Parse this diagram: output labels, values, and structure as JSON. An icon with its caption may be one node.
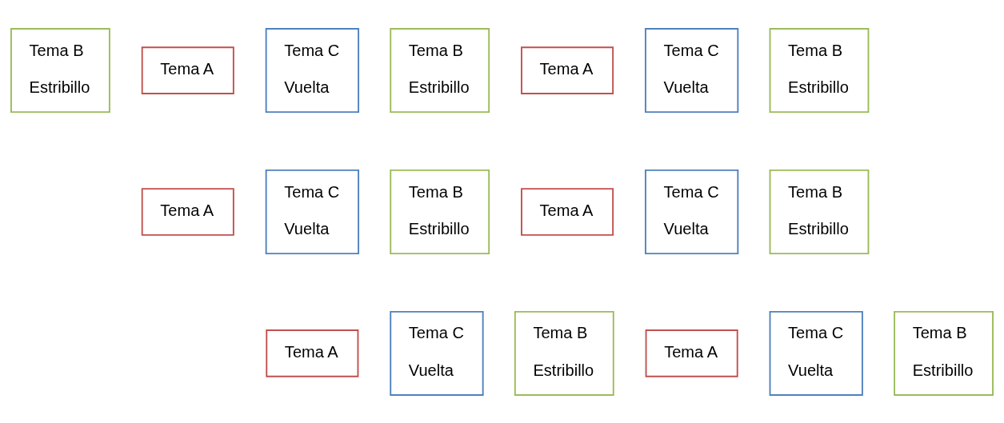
{
  "diagram": {
    "nodes": [
      {
        "text": [
          "Tema B",
          "Estribillo"
        ]
      },
      {
        "text": [
          "Tema A"
        ]
      },
      {
        "text": [
          "Tema C",
          "Vuelta"
        ]
      },
      {
        "text": [
          "Tema B",
          "Estribillo"
        ]
      },
      {
        "text": [
          "Tema A"
        ]
      },
      {
        "text": [
          "Tema C",
          "Vuelta"
        ]
      },
      {
        "text": [
          "Tema B",
          "Estribillo"
        ]
      },
      {
        "text": [
          "Tema A"
        ]
      },
      {
        "text": [
          "Tema C",
          "Vuelta"
        ]
      },
      {
        "text": [
          "Tema B",
          "Estribillo"
        ]
      },
      {
        "text": [
          "Tema A"
        ]
      },
      {
        "text": [
          "Tema C",
          "Vuelta"
        ]
      },
      {
        "text": [
          "Tema B",
          "Estribillo"
        ]
      },
      {
        "text": [
          "Tema A"
        ]
      },
      {
        "text": [
          "Tema C",
          "Vuelta"
        ]
      },
      {
        "text": [
          "Tema B",
          "Estribillo"
        ]
      },
      {
        "text": [
          "Tema A"
        ]
      },
      {
        "text": [
          "Tema C",
          "Vuelta"
        ]
      },
      {
        "text": [
          "Tema B",
          "Estribillo"
        ]
      }
    ],
    "edges": []
  }
}
